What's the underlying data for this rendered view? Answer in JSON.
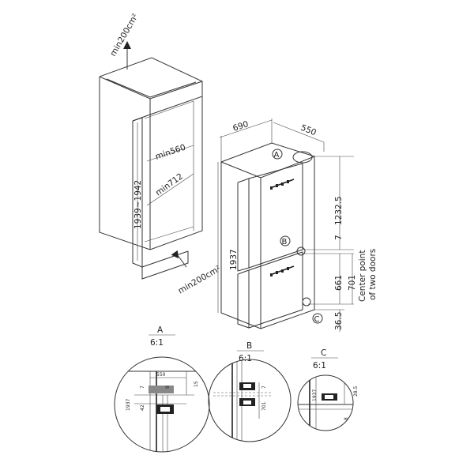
{
  "cabinet": {
    "min_top": "min200cm²",
    "min_bottom": "min200cm²",
    "width_min": "min560",
    "depth_min": "min712",
    "height_range": "1939~1942"
  },
  "appliance": {
    "width": "690",
    "depth": "550",
    "height": "1937",
    "upper_height": "1232.5",
    "gap": "7",
    "center_dim": "701",
    "lower_height": "661",
    "bottom_dim": "36.5",
    "center_note_line1": "Center point",
    "center_note_line2": "of two doors",
    "marker_a": "A",
    "marker_b": "B",
    "marker_c": "C"
  },
  "details": [
    {
      "letter": "A",
      "scale": "6:1",
      "dims": [
        "550",
        "7",
        "9",
        "15",
        "1937",
        "42"
      ]
    },
    {
      "letter": "B",
      "scale": "6:1",
      "dims": [
        "7",
        "701"
      ]
    },
    {
      "letter": "C",
      "scale": "6:1",
      "dims": [
        "1937",
        "28.5",
        "8"
      ]
    }
  ]
}
